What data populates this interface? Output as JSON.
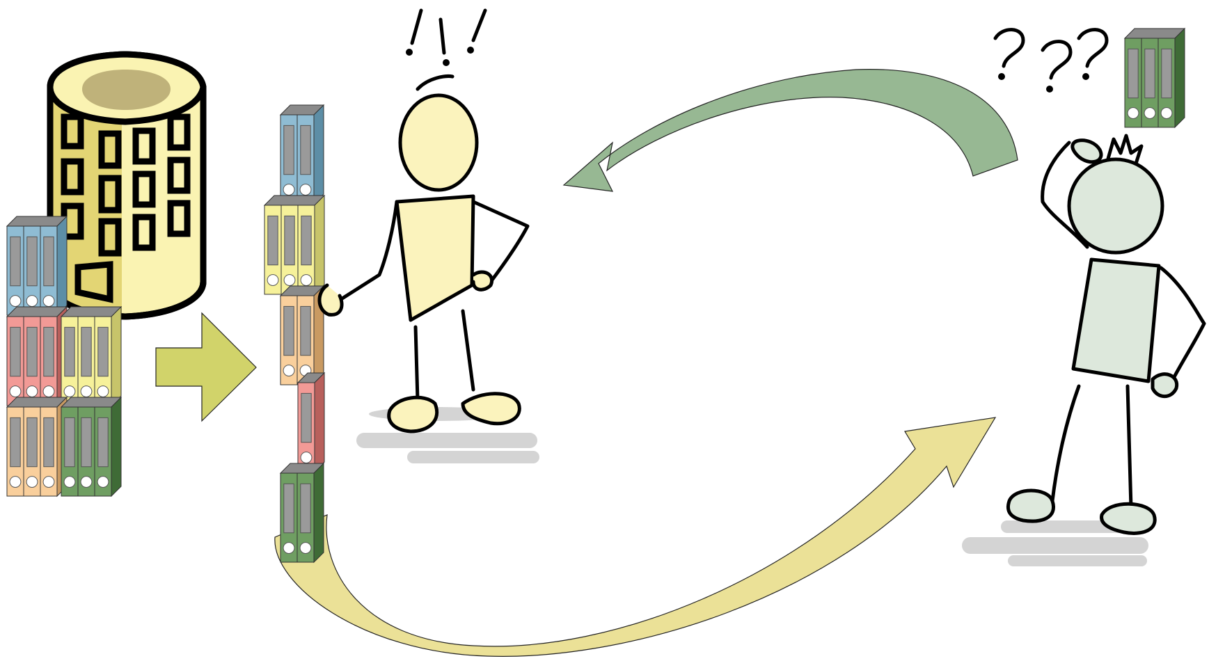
{
  "scene": {
    "label_left_person": "!!!",
    "label_right_person": "???"
  },
  "colors": {
    "blue": "#8fbcd3",
    "blue_dark": "#5d8ea6",
    "yellow": "#f6f19a",
    "yellow_dark": "#c7c46a",
    "red": "#f29a96",
    "red_dark": "#b8605c",
    "orange": "#f9cf9c",
    "orange_dark": "#c99a62",
    "green": "#6f9e62",
    "green_dark": "#3f6b36",
    "building_wall": "#faf3b2",
    "building_shade": "#e3d574",
    "building_roof": "#bfb27a",
    "arrow_olive": "#d1d36a",
    "arrow_green": "#97b893",
    "arrow_yellow": "#ebe197",
    "person_left": "#fbf3bd",
    "person_right": "#dde8dc",
    "shadow": "#d4d4d4"
  },
  "binder_stacks": {
    "left_grid": [
      {
        "color": "blue",
        "count": 3
      },
      {
        "color": "red",
        "count": 3
      },
      {
        "color": "yellow",
        "count": 3
      },
      {
        "color": "orange",
        "count": 3
      },
      {
        "color": "green",
        "count": 3
      }
    ],
    "center_column": [
      {
        "color": "blue",
        "count": 2
      },
      {
        "color": "yellow",
        "count": 3
      },
      {
        "color": "orange",
        "count": 2
      },
      {
        "color": "red",
        "count": 1
      },
      {
        "color": "green",
        "count": 2
      }
    ],
    "right_top": {
      "color": "green",
      "count": 3
    }
  }
}
